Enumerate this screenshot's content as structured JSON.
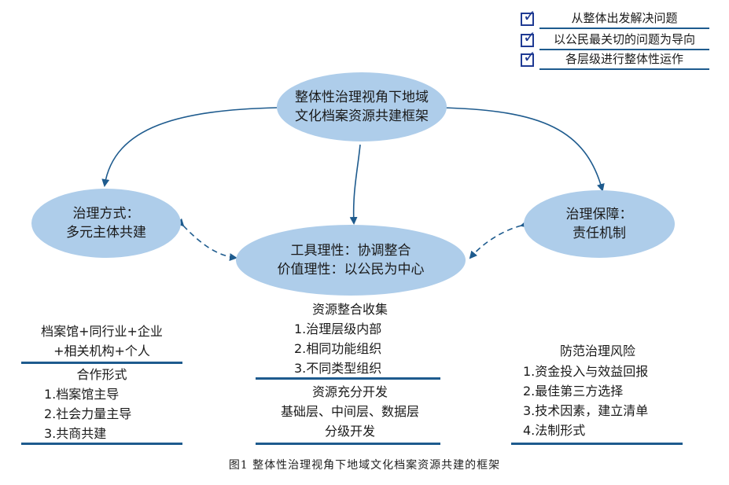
{
  "legend": [
    "从整体出发解决问题",
    "以公民最关切的问题为导向",
    "各层级进行整体性运作"
  ],
  "center_node": {
    "line1": "整体性治理视角下地域",
    "line2": "文化档案资源共建框架"
  },
  "left_node": {
    "line1": "治理方式：",
    "line2": "多元主体共建"
  },
  "right_node": {
    "line1": "治理保障：",
    "line2": "责任机制"
  },
  "middle_node": {
    "line1": "工具理性：协调整合",
    "line2": "价值理性：以公民为中心"
  },
  "left_block": {
    "participants_line1": "档案馆+同行业+企业",
    "participants_line2": "+相关机构+个人",
    "title": "合作形式",
    "items": [
      "1.档案馆主导",
      "2.社会力量主导",
      "3.共商共建"
    ]
  },
  "middle_block": {
    "title1": "资源整合收集",
    "items": [
      "1.治理层级内部",
      "2.相同功能组织",
      "3.不同类型组织"
    ],
    "title2": "资源充分开发",
    "line2": "基础层、中间层、数据层",
    "line3": "分级开发"
  },
  "right_block": {
    "title": "防范治理风险",
    "items": [
      "1.资金投入与效益回报",
      "2.最佳第三方选择",
      "3.技术因素，建立清单",
      "4.法制形式"
    ]
  },
  "caption": "图1   整体性治理视角下地域文化档案资源共建的框架",
  "colors": {
    "ellipse": "#aecdea",
    "line": "#1e5b8e",
    "check": "#1f3a93"
  }
}
